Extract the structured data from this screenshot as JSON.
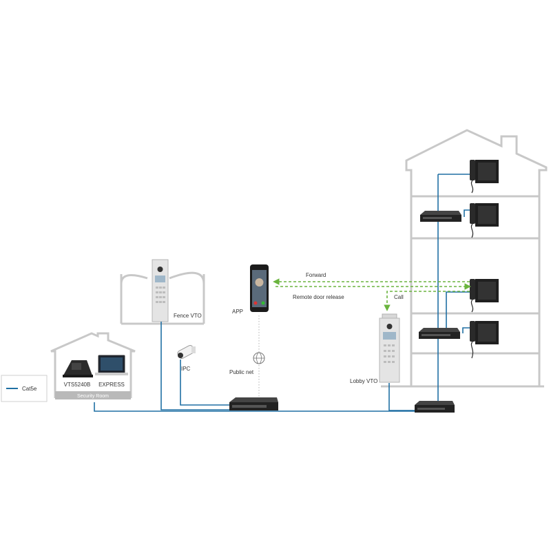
{
  "legend": {
    "label": "Cat5e"
  },
  "security_room": {
    "title": "Security Room",
    "device_left": "VTS5240B",
    "device_right": "EXPRESS"
  },
  "fence": {
    "label": "Fence VTO"
  },
  "ipc": {
    "label": "IPC"
  },
  "app": {
    "label": "APP"
  },
  "public_net": {
    "label": "Public net"
  },
  "lobby": {
    "label": "Lobby VTO"
  },
  "flows": {
    "forward": "Forward",
    "remote_release": "Remote  door release",
    "call": "Call"
  },
  "colors": {
    "cat5e_cable": "#1f6fa3",
    "signal_flow": "#6ab43e",
    "building_outline": "#c8c8c8"
  }
}
